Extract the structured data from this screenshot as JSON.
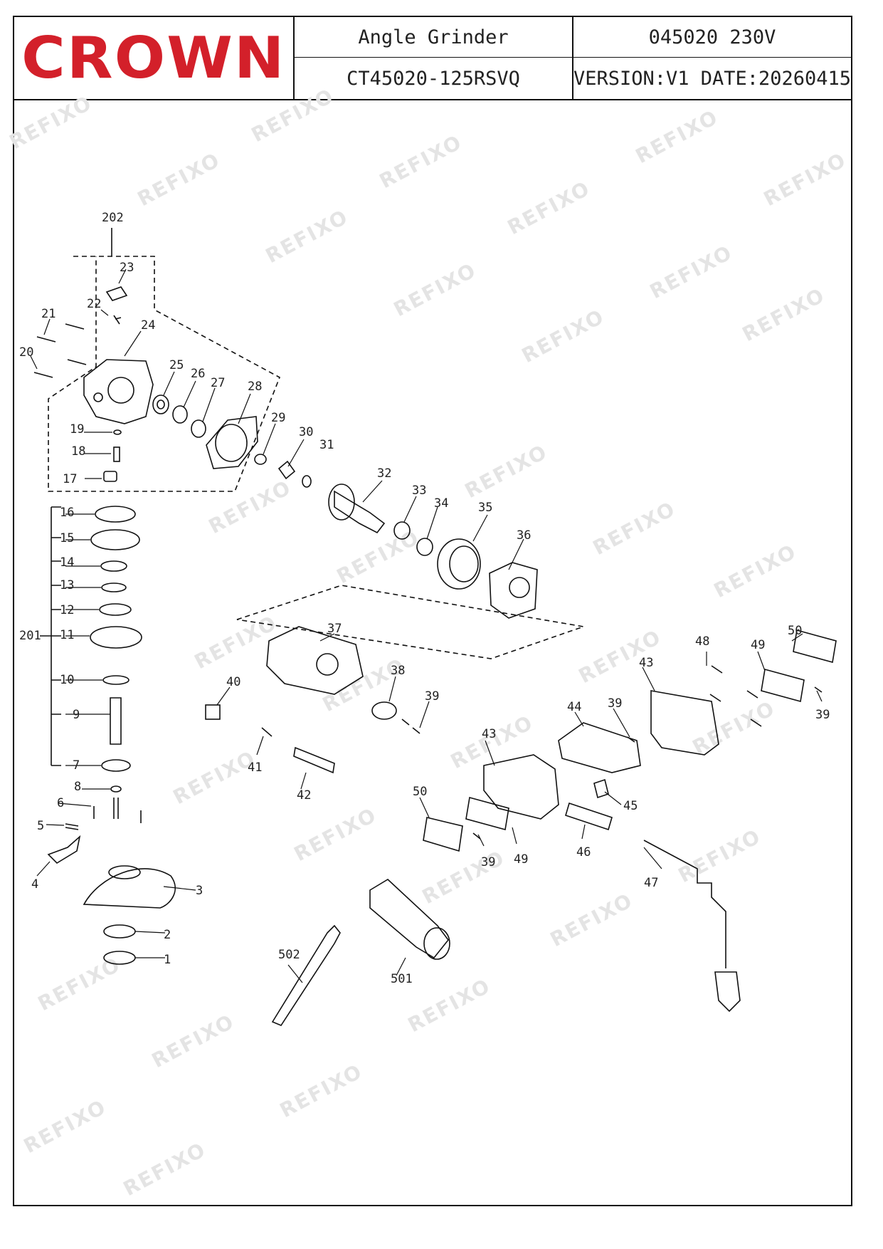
{
  "header": {
    "brand": "CROWN",
    "product_name": "Angle Grinder",
    "model": "CT45020-125RSVQ",
    "code_voltage": "045020 230V",
    "version_date": "VERSION:V1  DATE:20260415"
  },
  "colors": {
    "brand": "#d3202a",
    "line": "#111111",
    "watermark": "#e4e4e4"
  },
  "watermark": "REFIXO",
  "part_labels": [
    {
      "id": "p202",
      "text": "202"
    },
    {
      "id": "p23",
      "text": "23"
    },
    {
      "id": "p22",
      "text": "22"
    },
    {
      "id": "p21",
      "text": "21"
    },
    {
      "id": "p24",
      "text": "24"
    },
    {
      "id": "p20",
      "text": "20"
    },
    {
      "id": "p25",
      "text": "25"
    },
    {
      "id": "p26",
      "text": "26"
    },
    {
      "id": "p27",
      "text": "27"
    },
    {
      "id": "p28",
      "text": "28"
    },
    {
      "id": "p29",
      "text": "29"
    },
    {
      "id": "p19",
      "text": "19"
    },
    {
      "id": "p30",
      "text": "30"
    },
    {
      "id": "p31",
      "text": "31"
    },
    {
      "id": "p18",
      "text": "18"
    },
    {
      "id": "p17",
      "text": "17"
    },
    {
      "id": "p32",
      "text": "32"
    },
    {
      "id": "p33",
      "text": "33"
    },
    {
      "id": "p34",
      "text": "34"
    },
    {
      "id": "p35",
      "text": "35"
    },
    {
      "id": "p16",
      "text": "16"
    },
    {
      "id": "p36",
      "text": "36"
    },
    {
      "id": "p15",
      "text": "15"
    },
    {
      "id": "p14",
      "text": "14"
    },
    {
      "id": "p13",
      "text": "13"
    },
    {
      "id": "p12",
      "text": "12"
    },
    {
      "id": "p37",
      "text": "37"
    },
    {
      "id": "p201",
      "text": "201"
    },
    {
      "id": "p11",
      "text": "11"
    },
    {
      "id": "p48",
      "text": "48"
    },
    {
      "id": "p49a",
      "text": "49"
    },
    {
      "id": "p50a",
      "text": "50"
    },
    {
      "id": "p43a",
      "text": "43"
    },
    {
      "id": "p40",
      "text": "40"
    },
    {
      "id": "p38",
      "text": "38"
    },
    {
      "id": "p10",
      "text": "10"
    },
    {
      "id": "p39a",
      "text": "39"
    },
    {
      "id": "p39b",
      "text": "39"
    },
    {
      "id": "p44",
      "text": "44"
    },
    {
      "id": "p39c",
      "text": "39"
    },
    {
      "id": "p9",
      "text": "9"
    },
    {
      "id": "p41",
      "text": "41"
    },
    {
      "id": "p43b",
      "text": "43"
    },
    {
      "id": "p7",
      "text": "7"
    },
    {
      "id": "p42",
      "text": "42"
    },
    {
      "id": "p8",
      "text": "8"
    },
    {
      "id": "p50b",
      "text": "50"
    },
    {
      "id": "p45",
      "text": "45"
    },
    {
      "id": "p6",
      "text": "6"
    },
    {
      "id": "p5",
      "text": "5"
    },
    {
      "id": "p46",
      "text": "46"
    },
    {
      "id": "p39d",
      "text": "39"
    },
    {
      "id": "p49b",
      "text": "49"
    },
    {
      "id": "p4",
      "text": "4"
    },
    {
      "id": "p47",
      "text": "47"
    },
    {
      "id": "p3",
      "text": "3"
    },
    {
      "id": "p2",
      "text": "2"
    },
    {
      "id": "p1",
      "text": "1"
    },
    {
      "id": "p502",
      "text": "502"
    },
    {
      "id": "p501",
      "text": "501"
    }
  ]
}
